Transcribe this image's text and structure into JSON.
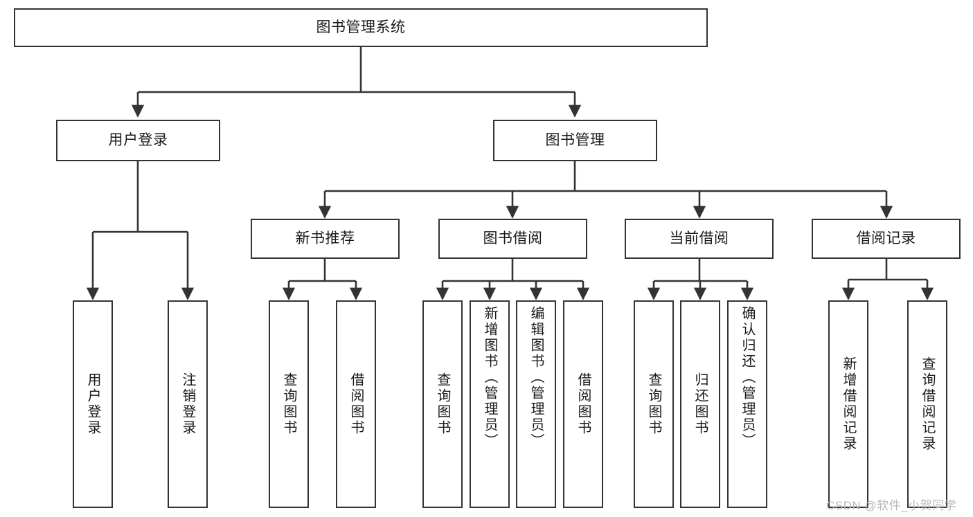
{
  "diagram": {
    "type": "tree-hierarchy",
    "title": "图书管理系统",
    "orientation": "top-down",
    "colors": {
      "stroke": "#333333",
      "fill": "#ffffff",
      "text": "#1a1a1a",
      "watermark": "#b9b9b9"
    },
    "levels": {
      "root": [
        "图书管理系统"
      ],
      "level2": [
        "用户登录",
        "图书管理"
      ],
      "level3": [
        "新书推荐",
        "图书借阅",
        "当前借阅",
        "借阅记录"
      ],
      "leaves": [
        "用户登录",
        "注销登录",
        "查询图书",
        "借阅图书",
        "查询图书",
        "新增图书（管理员）",
        "编辑图书（管理员）",
        "借阅图书",
        "查询图书",
        "归还图书",
        "确认归还（管理员）",
        "新增借阅记录",
        "查询借阅记录"
      ]
    },
    "nodes": {
      "root": {
        "label": "图书管理系统"
      },
      "user_login": {
        "label": "用户登录"
      },
      "book_manage": {
        "label": "图书管理"
      },
      "new_book_rec": {
        "label": "新书推荐"
      },
      "book_borrow": {
        "label": "图书借阅"
      },
      "current_borrow": {
        "label": "当前借阅"
      },
      "borrow_record": {
        "label": "借阅记录"
      },
      "leaf_user_login": {
        "label": "用户登录"
      },
      "leaf_logout": {
        "label": "注销登录"
      },
      "leaf_query_book_1": {
        "label": "查询图书"
      },
      "leaf_borrow_book_1": {
        "label": "借阅图书"
      },
      "leaf_query_book_2": {
        "label": "查询图书"
      },
      "leaf_add_book": {
        "label": "新增图书（管理员）"
      },
      "leaf_edit_book": {
        "label": "编辑图书（管理员）"
      },
      "leaf_borrow_book_2": {
        "label": "借阅图书"
      },
      "leaf_query_book_3": {
        "label": "查询图书"
      },
      "leaf_return_book": {
        "label": "归还图书"
      },
      "leaf_confirm_return": {
        "label": "确认归还（管理员）"
      },
      "leaf_add_record": {
        "label": "新增借阅记录"
      },
      "leaf_query_record": {
        "label": "查询借阅记录"
      }
    },
    "edges": [
      {
        "from": "root",
        "to": "user_login"
      },
      {
        "from": "root",
        "to": "book_manage"
      },
      {
        "from": "user_login",
        "to": "leaf_user_login"
      },
      {
        "from": "user_login",
        "to": "leaf_logout"
      },
      {
        "from": "book_manage",
        "to": "new_book_rec"
      },
      {
        "from": "book_manage",
        "to": "book_borrow"
      },
      {
        "from": "book_manage",
        "to": "current_borrow"
      },
      {
        "from": "book_manage",
        "to": "borrow_record"
      },
      {
        "from": "new_book_rec",
        "to": "leaf_query_book_1"
      },
      {
        "from": "new_book_rec",
        "to": "leaf_borrow_book_1"
      },
      {
        "from": "book_borrow",
        "to": "leaf_query_book_2"
      },
      {
        "from": "book_borrow",
        "to": "leaf_add_book"
      },
      {
        "from": "book_borrow",
        "to": "leaf_edit_book"
      },
      {
        "from": "book_borrow",
        "to": "leaf_borrow_book_2"
      },
      {
        "from": "current_borrow",
        "to": "leaf_query_book_3"
      },
      {
        "from": "current_borrow",
        "to": "leaf_return_book"
      },
      {
        "from": "current_borrow",
        "to": "leaf_confirm_return"
      },
      {
        "from": "borrow_record",
        "to": "leaf_add_record"
      },
      {
        "from": "borrow_record",
        "to": "leaf_query_record"
      }
    ]
  },
  "watermark": {
    "text": "CSDN @软件_小贺同学"
  }
}
